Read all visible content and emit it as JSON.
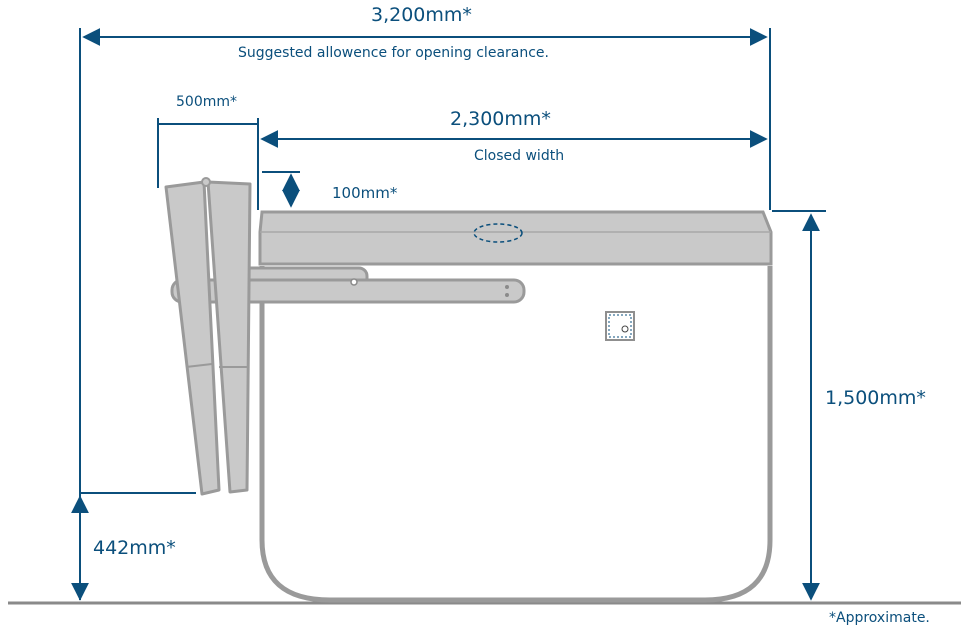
{
  "colors": {
    "dimension": "#0b4f7c",
    "outline": "#9a9a9a",
    "fill": "#c9c9c9",
    "ground": "#8a8a8a",
    "background": "#ffffff"
  },
  "labels": {
    "overall_width": "3,200mm*",
    "overall_width_note": "Suggested allowence for opening clearance.",
    "closed_width": "2,300mm*",
    "closed_width_note": "Closed width",
    "open_depth": "500mm*",
    "lid_thickness": "100mm*",
    "height": "1,500mm*",
    "lip_height": "442mm*",
    "footnote": "*Approximate."
  },
  "icons": {
    "side_compartment": "compartment-door-icon",
    "top_handle": "dashed-oval-handle-icon"
  }
}
